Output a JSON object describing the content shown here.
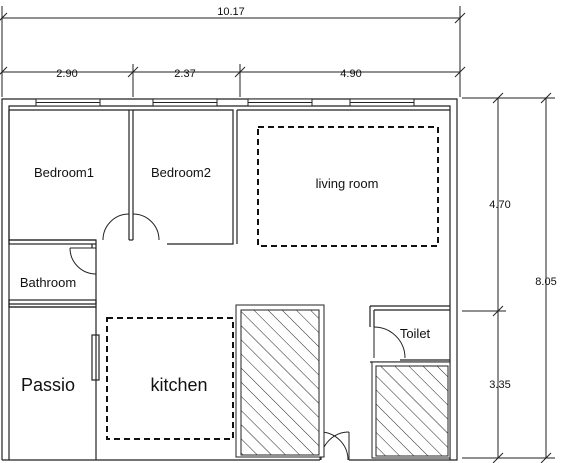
{
  "dimensions": {
    "total_width": "10.17",
    "segment_1": "2.90",
    "segment_2": "2.37",
    "segment_3": "4.90",
    "upper_height": "4.70",
    "lower_height": "3.35",
    "total_height": "8.05"
  },
  "rooms": {
    "bedroom1": "Bedroom1",
    "bedroom2": "Bedroom2",
    "living_room": "living room",
    "bathroom": "Bathroom",
    "toilet": "Toilet",
    "passio": "Passio",
    "kitchen": "kitchen"
  }
}
